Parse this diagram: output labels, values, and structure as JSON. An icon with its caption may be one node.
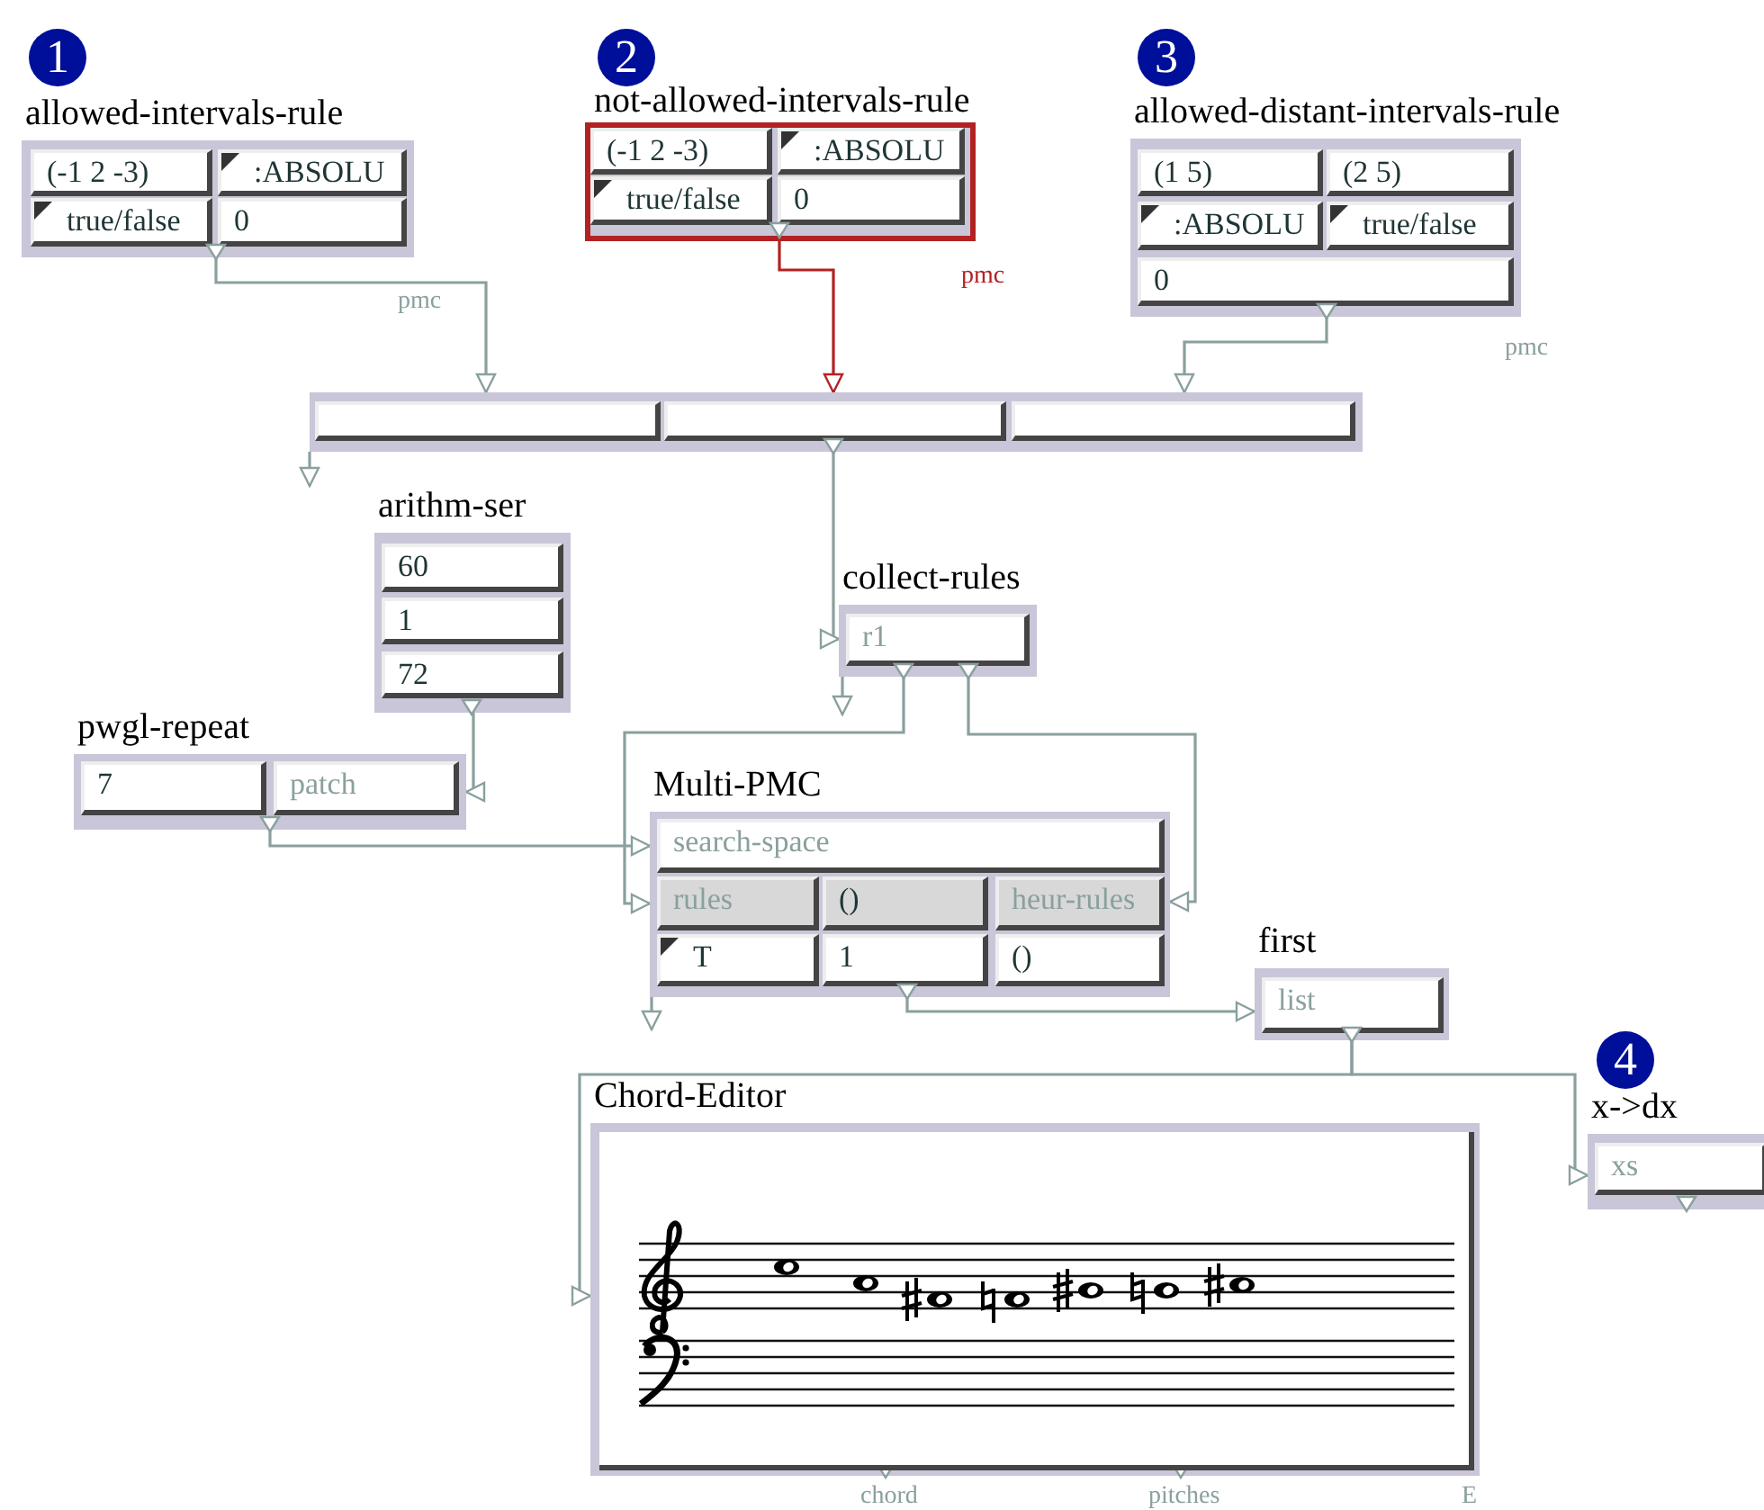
{
  "diagram": {
    "nodes": [
      {
        "text": [
          "1"
        ]
      },
      {
        "text": [
          "allowed-intervals-rule",
          "(-1 2 -3)",
          ":ABSOLU",
          "true/false",
          "0"
        ],
        "beside": [
          "pmc"
        ]
      },
      {
        "text": [
          "2"
        ]
      },
      {
        "text": [
          "not-allowed-intervals-rule",
          "(-1 2 -3)",
          ":ABSOLU",
          "true/false",
          "0"
        ],
        "beside": [
          "pmc"
        ]
      },
      {
        "text": [
          "3"
        ]
      },
      {
        "text": [
          "allowed-distant-intervals-rule",
          "(1 5)",
          "(2 5)",
          ":ABSOLU",
          "true/false",
          "0"
        ],
        "beside": [
          "pmc"
        ]
      },
      {
        "text": [],
        "shape": "box"
      },
      {
        "text": [
          "arithm-ser",
          "60",
          "1",
          "72"
        ]
      },
      {
        "text": [
          "collect-rules",
          "r1"
        ]
      },
      {
        "text": [
          "pwgl-repeat",
          "7",
          "patch"
        ]
      },
      {
        "text": [
          "Multi-PMC",
          "search-space",
          "rules",
          "()",
          "heur-rules",
          "T",
          "1",
          "()"
        ]
      },
      {
        "text": [
          "first",
          "list"
        ]
      },
      {
        "text": [
          "4"
        ]
      },
      {
        "text": [
          "Chord-Editor"
        ],
        "beside": [
          "chord",
          "pitches",
          "E"
        ]
      },
      {
        "text": [
          "x->dx",
          "xs"
        ]
      }
    ],
    "edges": [
      {
        "from": 1,
        "to": 6,
        "arrow": "to"
      },
      {
        "from": 3,
        "to": 6,
        "arrow": "to",
        "color": "#b22222"
      },
      {
        "from": 5,
        "to": 6,
        "arrow": "to"
      },
      {
        "from": 6,
        "to": null,
        "arrow": "to"
      },
      {
        "from": 6,
        "to": 8,
        "arrow": "to"
      },
      {
        "from": 8,
        "to": null,
        "arrow": "to"
      },
      {
        "from": 8,
        "to": 10,
        "arrow": "to"
      },
      {
        "from": 8,
        "to": 10,
        "arrow": "to"
      },
      {
        "from": 7,
        "to": 9,
        "arrow": "to"
      },
      {
        "from": 9,
        "to": 10,
        "arrow": "to"
      },
      {
        "from": 10,
        "to": null,
        "arrow": "to"
      },
      {
        "from": 10,
        "to": 11,
        "arrow": "to"
      },
      {
        "from": 11,
        "to": 13,
        "arrow": "to"
      },
      {
        "from": 11,
        "to": 14,
        "arrow": "to"
      }
    ]
  }
}
